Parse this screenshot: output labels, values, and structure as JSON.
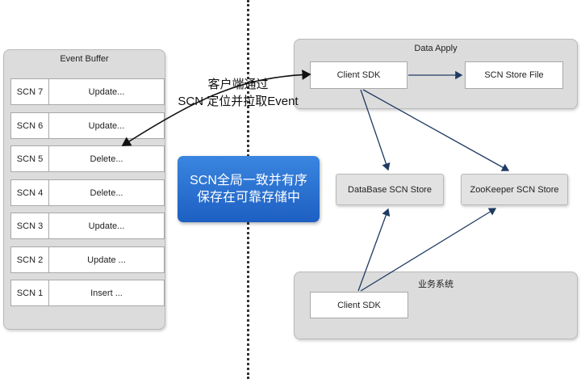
{
  "event_buffer": {
    "title": "Event Buffer",
    "rows": [
      {
        "scn": "SCN 7",
        "op": "Update..."
      },
      {
        "scn": "SCN 6",
        "op": "Update..."
      },
      {
        "scn": "SCN 5",
        "op": "Delete..."
      },
      {
        "scn": "SCN 4",
        "op": "Delete..."
      },
      {
        "scn": "SCN 3",
        "op": "Update..."
      },
      {
        "scn": "SCN 2",
        "op": "Update ..."
      },
      {
        "scn": "SCN 1",
        "op": "Insert ..."
      }
    ]
  },
  "arrow_label": {
    "line1": "客户端通过",
    "line2": "SCN 定位并拉取Event"
  },
  "callout": {
    "line1": "SCN全局一致并有序",
    "line2": "保存在可靠存储中",
    "color": "#2a72d4"
  },
  "data_apply": {
    "title": "Data Apply",
    "client_sdk": "Client SDK",
    "scn_store_file": "SCN Store File"
  },
  "stores": {
    "database": "DataBase SCN Store",
    "zookeeper": "ZooKeeper SCN Store"
  },
  "business": {
    "title": "业务系统",
    "client_sdk": "Client SDK"
  }
}
